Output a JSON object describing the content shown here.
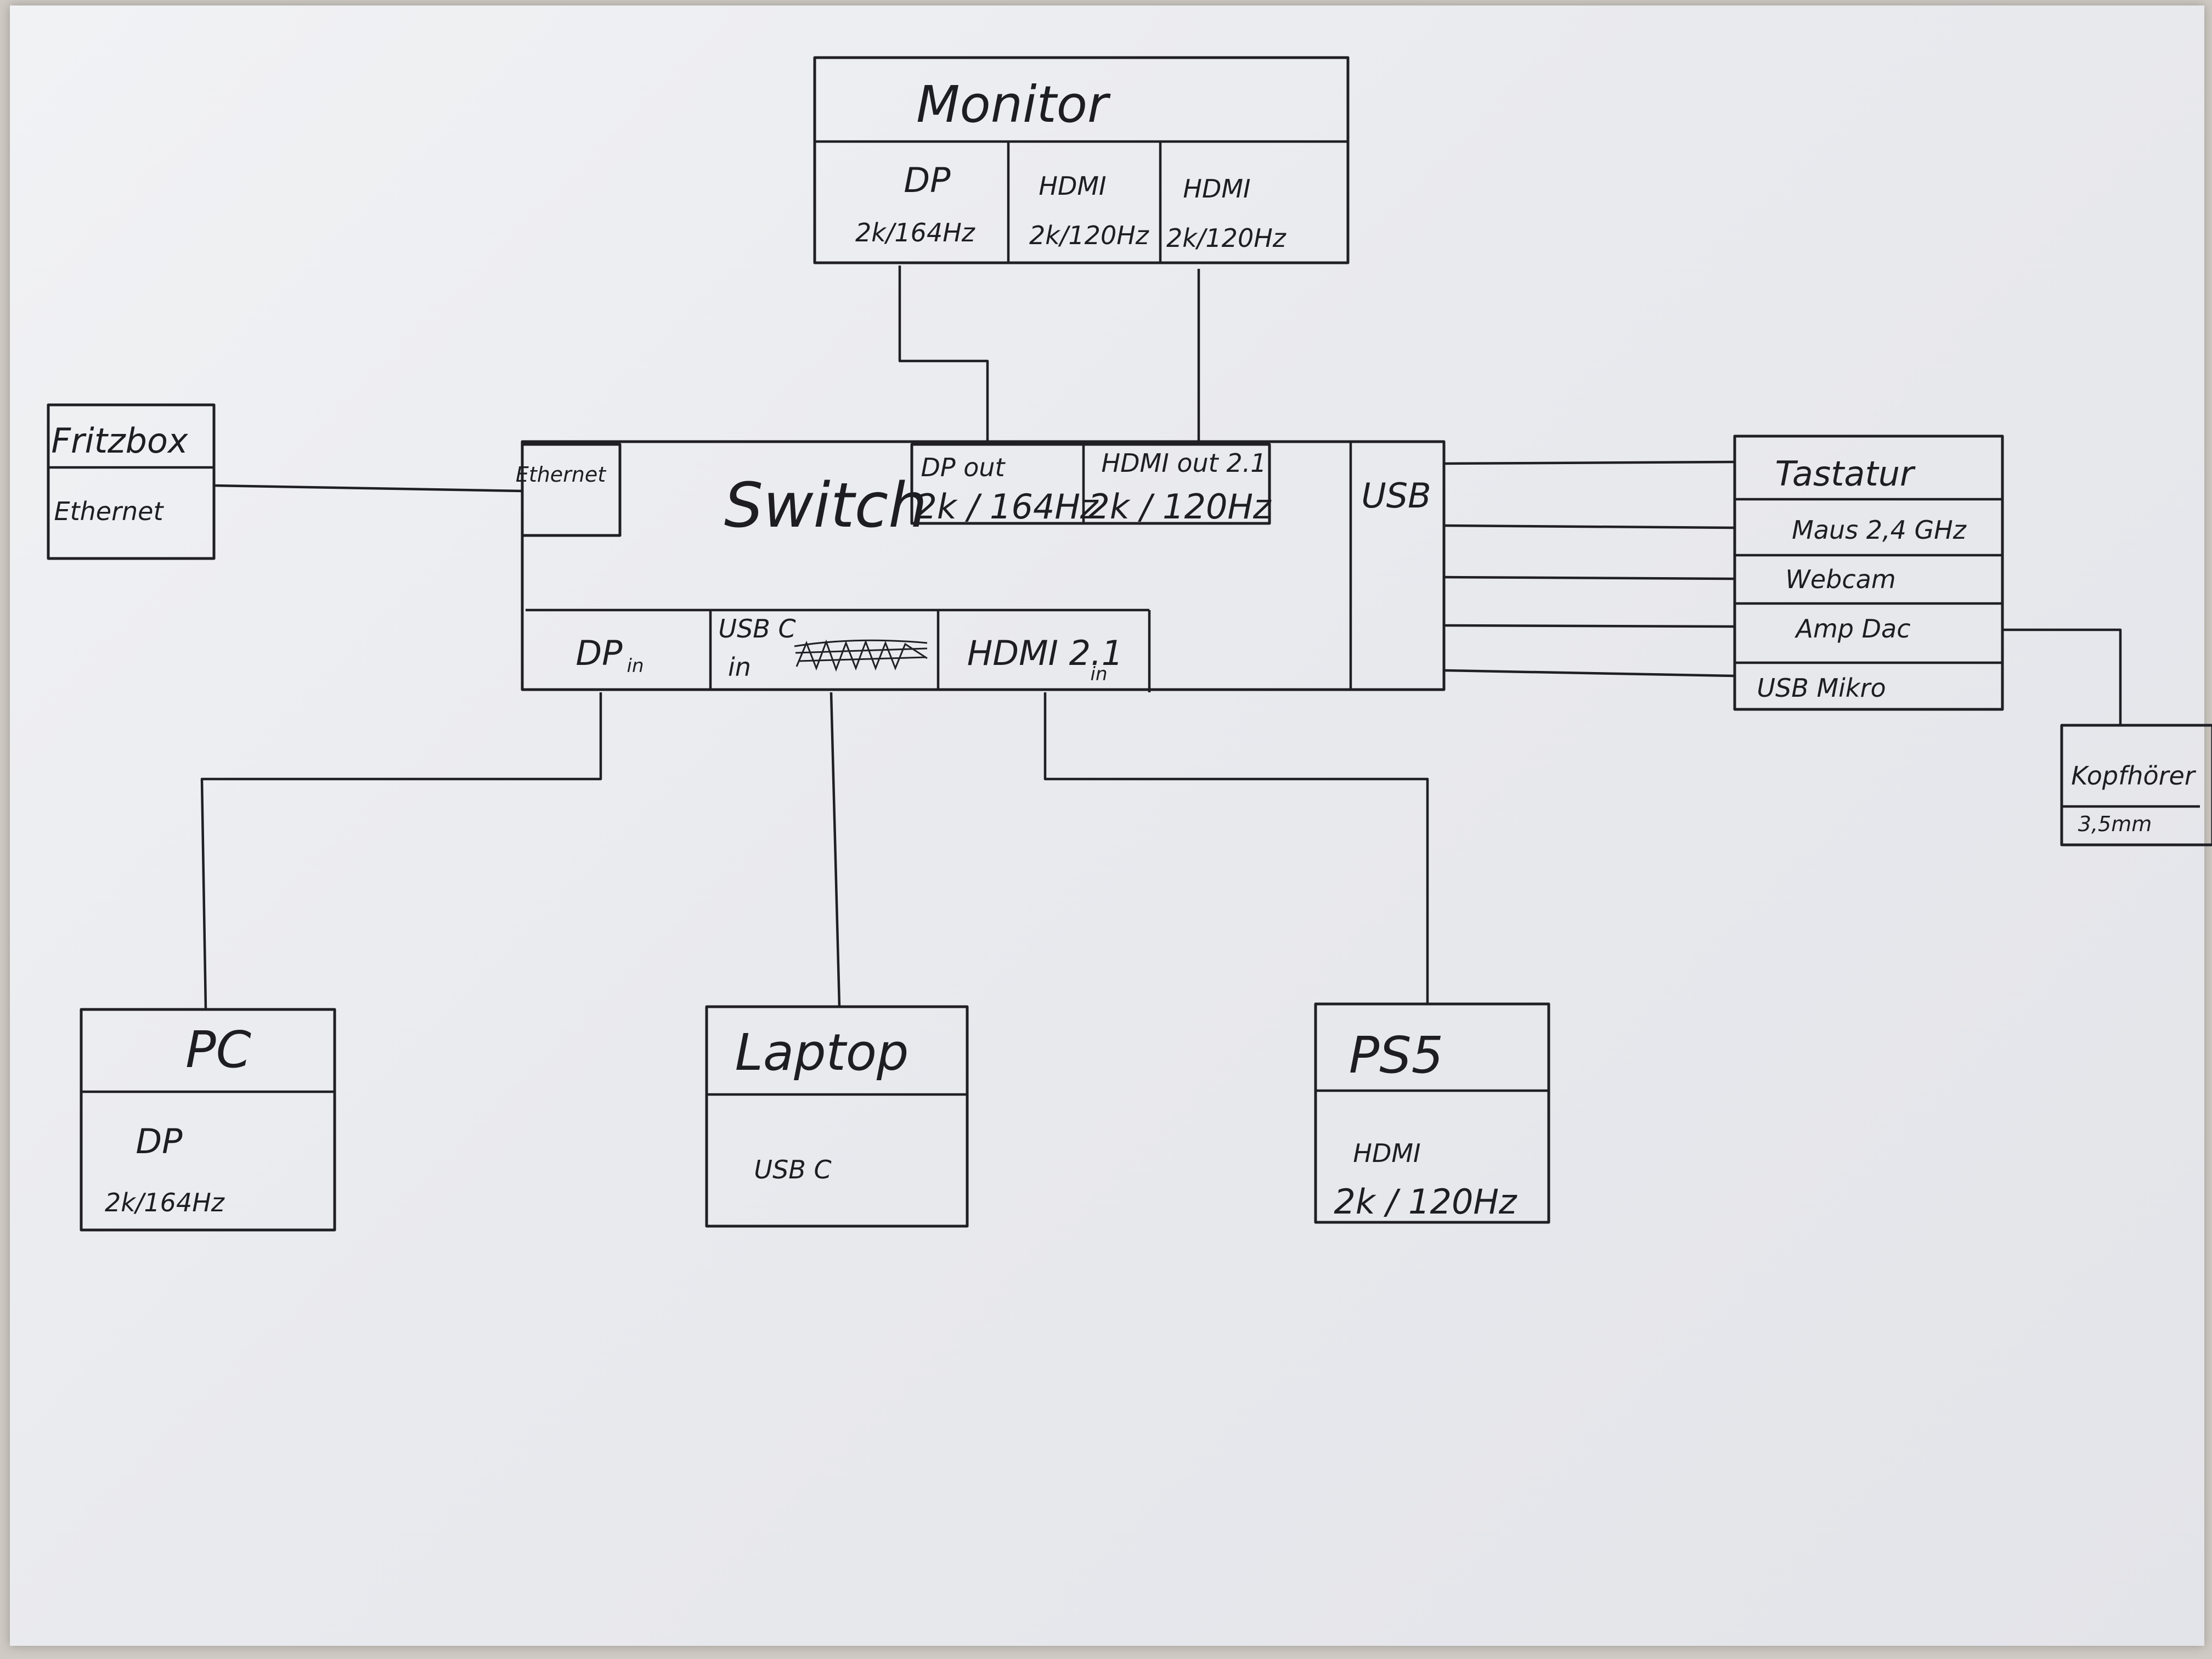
{
  "monitor": {
    "title": "Monitor",
    "port1_name": "DP",
    "port1_spec": "2k/164Hz",
    "port2_name": "HDMI",
    "port2_spec": "2k/120Hz",
    "port3_name": "HDMI",
    "port3_spec": "2k/120Hz"
  },
  "fritzbox": {
    "title": "Fritzbox",
    "port": "Ethernet"
  },
  "switch": {
    "title": "Switch",
    "ethernet": "Ethernet",
    "dp_out": "DP out",
    "dp_out_spec": "2k / 164Hz",
    "hdmi_out": "HDMI out 2.1",
    "hdmi_out_spec": "2k / 120Hz",
    "usb": "USB",
    "dp_in": "DP",
    "dp_in_sub": "in",
    "usbc_in": "USB C",
    "usbc_in_sub": "in",
    "hdmi_in": "HDMI 2.1",
    "hdmi_in_sub": "in"
  },
  "peripherals": {
    "items": [
      "Tastatur",
      "Maus 2,4 GHz",
      "Webcam",
      "Amp Dac",
      "USB Mikro"
    ]
  },
  "headphones": {
    "title": "Kopfhörer",
    "port": "3,5mm"
  },
  "pc": {
    "title": "PC",
    "port": "DP",
    "spec": "2k/164Hz"
  },
  "laptop": {
    "title": "Laptop",
    "port": "USB C"
  },
  "ps5": {
    "title": "PS5",
    "port": "HDMI",
    "spec": "2k / 120Hz"
  }
}
